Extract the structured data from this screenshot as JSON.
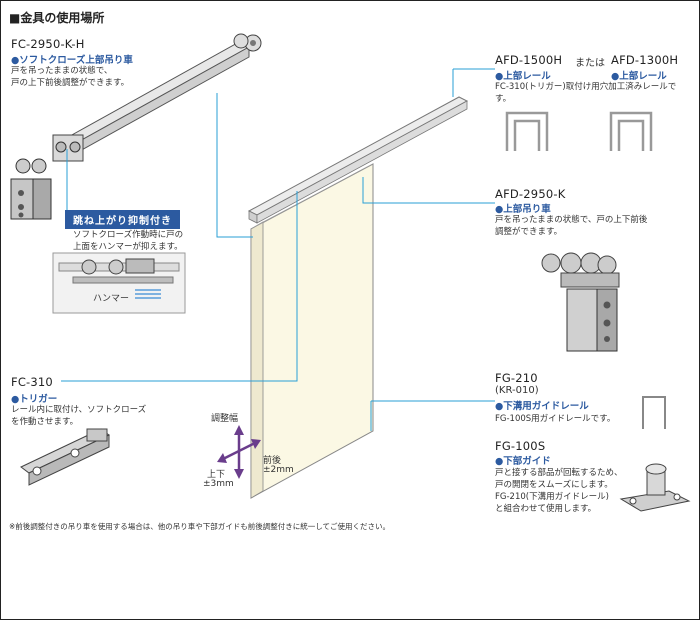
{
  "title": "■金具の使用場所",
  "fc2950": {
    "model": "FC-2950-K-H",
    "sub": "●ソフトクローズ上部吊り車",
    "desc1": "戸を吊ったままの状態で、",
    "desc2": "戸の上下前後調整ができます。"
  },
  "hane": {
    "badge": "跳ね上がり抑制付き",
    "desc1": "ソフトクローズ作動時に戸の",
    "desc2": "上面をハンマーが抑えます。",
    "hammer": "ハンマー"
  },
  "afd1500": {
    "model": "AFD-1500H",
    "or": "または",
    "model2": "AFD-1300H",
    "sub1": "●上部レール",
    "sub2": "●上部レール",
    "desc": "FC-310(トリガー)取付け用穴加工済みレールです。"
  },
  "afd2950": {
    "model": "AFD-2950-K",
    "sub": "●上部吊り車",
    "desc1": "戸を吊ったままの状態で、戸の上下前後",
    "desc2": "調整ができます。"
  },
  "fc310": {
    "model": "FC-310",
    "sub": "●トリガー",
    "desc1": "レール内に取付け、ソフトクローズ",
    "desc2": "を作動させます。"
  },
  "fg210": {
    "model": "FG-210",
    "alt": "(KR-010)",
    "sub": "●下溝用ガイドレール",
    "desc": "FG-100S用ガイドレールです。"
  },
  "fg100": {
    "model": "FG-100S",
    "sub": "●下部ガイド",
    "desc1": "戸と接する部品が回転するため、",
    "desc2": "戸の開閉をスムーズにします。",
    "desc3": "FG-210(下溝用ガイドレール)",
    "desc4": "と組合わせて使用します。"
  },
  "adjust": {
    "label": "調整幅",
    "ud1": "上下",
    "ud2": "±3mm",
    "fb1": "前後",
    "fb2": "±2mm"
  },
  "note": "※前後調整付きの吊り車を使用する場合は、他の吊り車や下部ガイドも前後調整付きに統一してご使用ください。",
  "colors": {
    "accent": "#2c5aa0",
    "leader": "#2a9fd6",
    "door": "#fdfbe8",
    "arrow": "#6a3d8c"
  }
}
